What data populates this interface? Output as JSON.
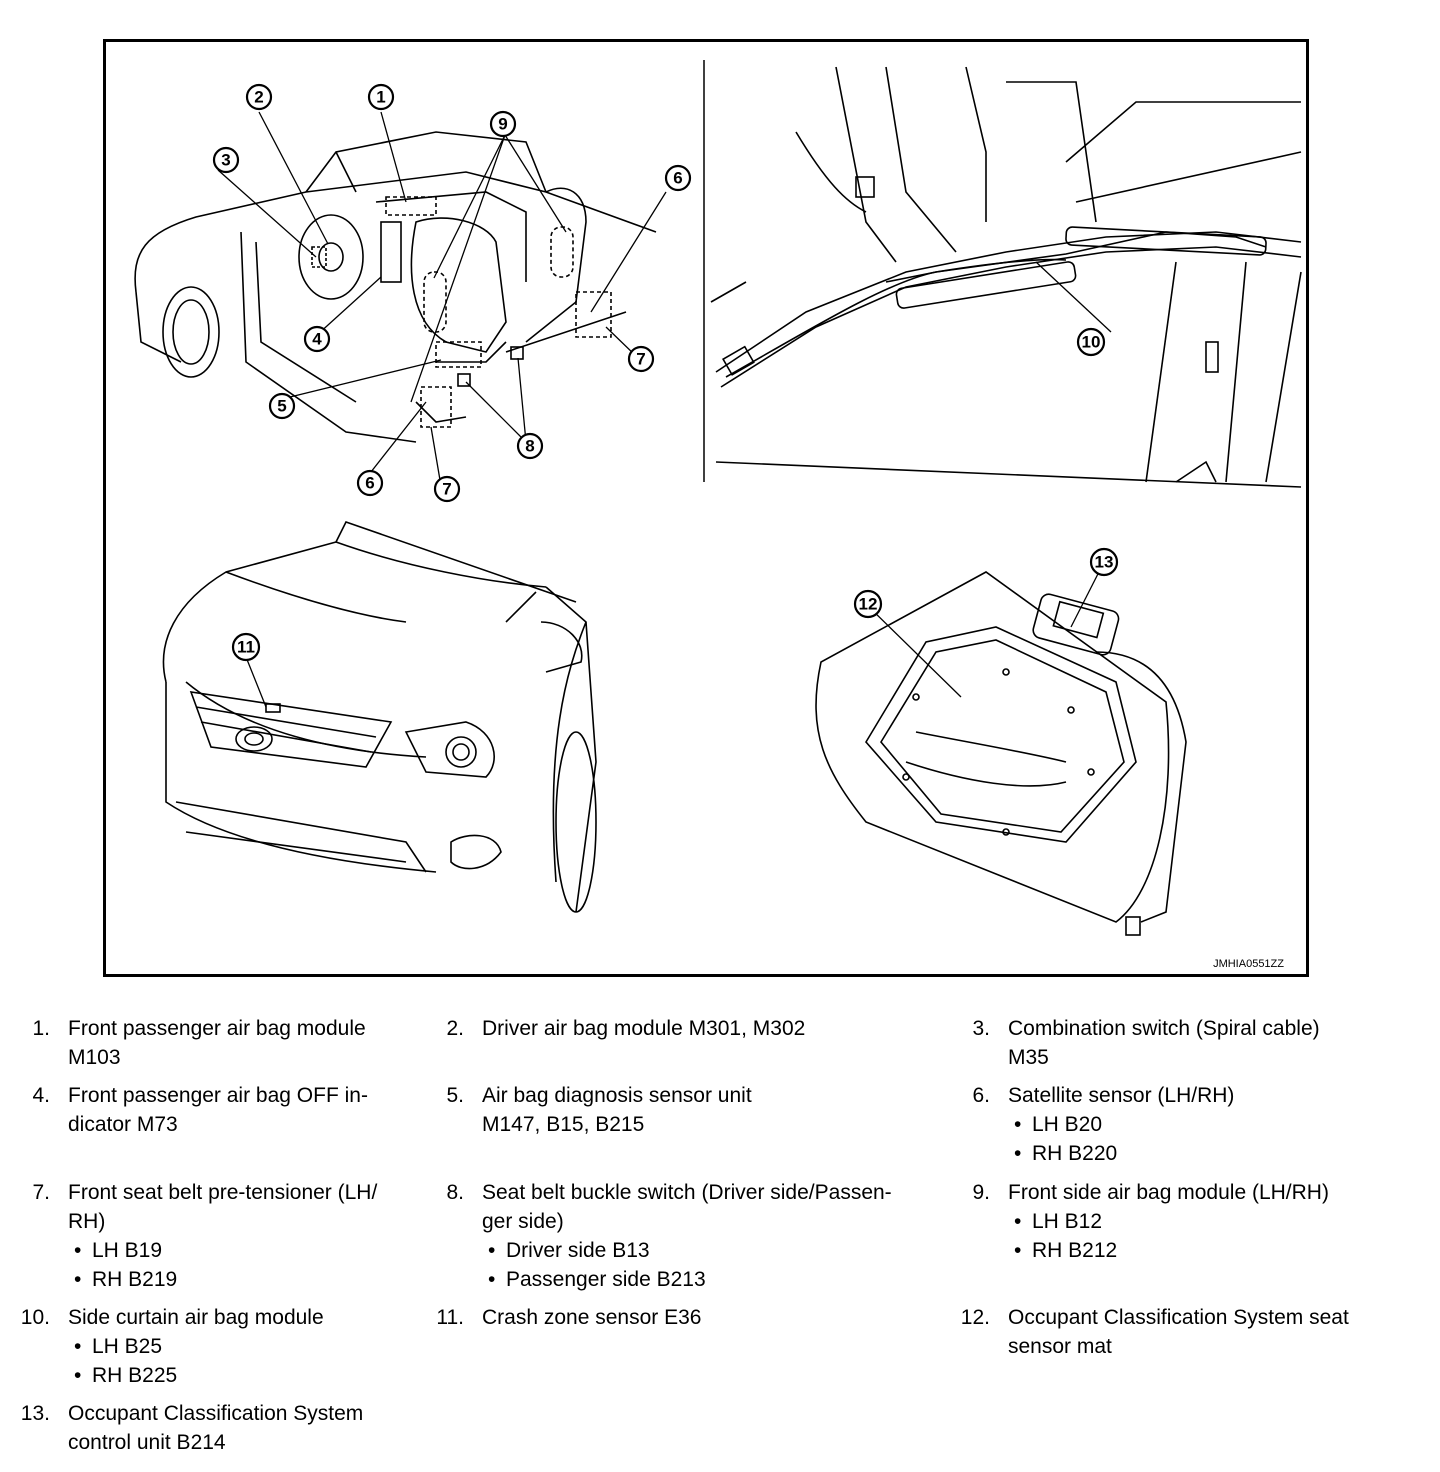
{
  "figure": {
    "code": "JMHIA0551ZZ",
    "callouts": [
      "1",
      "2",
      "3",
      "4",
      "5",
      "6",
      "7",
      "8",
      "9",
      "10",
      "11",
      "12",
      "13"
    ]
  },
  "legend": [
    {
      "num": "1.",
      "lines": [
        "Front passenger air bag module",
        "M103"
      ],
      "subs": []
    },
    {
      "num": "2.",
      "lines": [
        "Driver air bag module M301, M302"
      ],
      "subs": []
    },
    {
      "num": "3.",
      "lines": [
        "Combination switch (Spiral cable)",
        "M35"
      ],
      "subs": []
    },
    {
      "num": "4.",
      "lines": [
        "Front passenger air bag OFF in-",
        "dicator M73"
      ],
      "subs": []
    },
    {
      "num": "5.",
      "lines": [
        "Air bag diagnosis sensor unit",
        "M147, B15, B215"
      ],
      "subs": []
    },
    {
      "num": "6.",
      "lines": [
        "Satellite sensor (LH/RH)"
      ],
      "subs": [
        "LH B20",
        "RH B220"
      ]
    },
    {
      "num": "7.",
      "lines": [
        "Front seat belt pre-tensioner (LH/",
        "RH)"
      ],
      "subs": [
        "LH B19",
        "RH B219"
      ]
    },
    {
      "num": "8.",
      "lines": [
        "Seat belt buckle switch (Driver side/Passen-",
        "ger side)"
      ],
      "subs": [
        "Driver side B13",
        "Passenger side B213"
      ]
    },
    {
      "num": "9.",
      "lines": [
        "Front side air bag module (LH/RH)"
      ],
      "subs": [
        "LH B12",
        "RH B212"
      ]
    },
    {
      "num": "10.",
      "lines": [
        "Side curtain air bag module"
      ],
      "subs": [
        "LH B25",
        "RH B225"
      ]
    },
    {
      "num": "11.",
      "lines": [
        "Crash zone sensor E36"
      ],
      "subs": []
    },
    {
      "num": "12.",
      "lines": [
        "Occupant Classification System seat",
        "sensor mat"
      ],
      "subs": []
    },
    {
      "num": "13.",
      "lines": [
        "Occupant Classification System",
        "control unit B214"
      ],
      "subs": []
    }
  ],
  "bullet": "•"
}
